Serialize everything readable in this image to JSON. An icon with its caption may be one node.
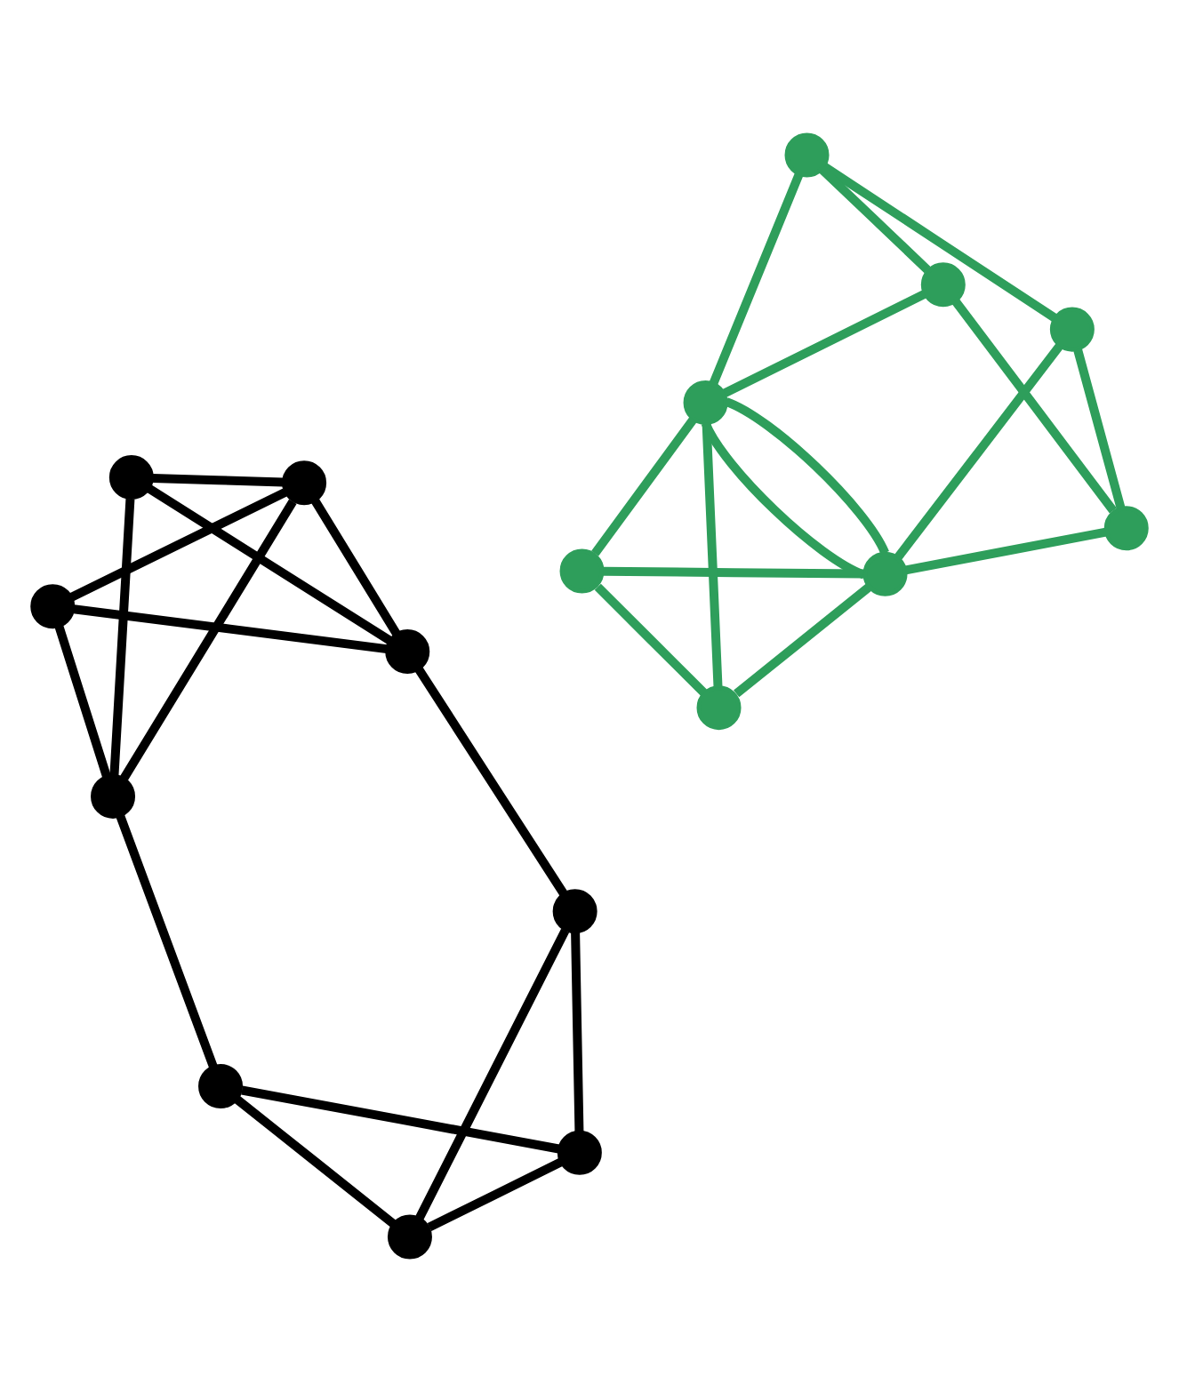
{
  "diagram": {
    "nodes": [
      {
        "text": [],
        "shape": "circle"
      },
      {
        "text": [],
        "shape": "circle"
      },
      {
        "text": [],
        "shape": "circle"
      },
      {
        "text": [],
        "shape": "circle"
      },
      {
        "text": [],
        "shape": "circle"
      },
      {
        "text": [],
        "shape": "circle"
      },
      {
        "text": [],
        "shape": "circle"
      },
      {
        "text": [],
        "shape": "circle"
      },
      {
        "text": [],
        "shape": "circle"
      },
      {
        "text": [],
        "shape": "circle"
      },
      {
        "text": [],
        "shape": "circle"
      },
      {
        "text": [],
        "shape": "circle"
      },
      {
        "text": [],
        "shape": "circle"
      },
      {
        "text": [],
        "shape": "circle"
      },
      {
        "text": [],
        "shape": "circle"
      },
      {
        "text": [],
        "shape": "circle"
      },
      {
        "text": [],
        "shape": "circle"
      }
    ],
    "edges": [
      {
        "from": 1,
        "to": 4,
        "arrow": "none"
      },
      {
        "from": 1,
        "to": 6,
        "arrow": "none"
      },
      {
        "from": 1,
        "to": 5,
        "arrow": "none"
      },
      {
        "from": 4,
        "to": 6,
        "arrow": "none"
      },
      {
        "from": 4,
        "to": 5,
        "arrow": "none"
      },
      {
        "from": 4,
        "to": 10,
        "arrow": "none"
      },
      {
        "from": 6,
        "to": 10,
        "arrow": "none"
      },
      {
        "from": 5,
        "to": 10,
        "arrow": "none"
      },
      {
        "from": 6,
        "to": 11,
        "arrow": "none"
      },
      {
        "from": 5,
        "to": 9,
        "arrow": "none"
      },
      {
        "from": 11,
        "to": 13,
        "arrow": "none"
      },
      {
        "from": 9,
        "to": 13,
        "arrow": "none"
      },
      {
        "from": 13,
        "to": 16,
        "arrow": "none"
      },
      {
        "from": 11,
        "to": 16,
        "arrow": "none"
      },
      {
        "from": 9,
        "to": 16,
        "arrow": "none"
      },
      {
        "from": 0,
        "to": 2,
        "arrow": "none",
        "color": "#2e9e5b"
      },
      {
        "from": 0,
        "to": 3,
        "arrow": "none",
        "color": "#2e9e5b"
      },
      {
        "from": 2,
        "to": 3,
        "arrow": "none",
        "color": "#2e9e5b"
      },
      {
        "from": 2,
        "to": 7,
        "arrow": "none",
        "color": "#2e9e5b"
      },
      {
        "from": 3,
        "to": 8,
        "arrow": "none",
        "color": "#2e9e5b"
      },
      {
        "from": 7,
        "to": 8,
        "arrow": "none",
        "color": "#2e9e5b"
      },
      {
        "from": 7,
        "to": 12,
        "arrow": "none",
        "color": "#2e9e5b"
      },
      {
        "from": 8,
        "to": 12,
        "arrow": "none",
        "color": "#2e9e5b"
      },
      {
        "from": 12,
        "to": 15,
        "arrow": "none",
        "color": "#2e9e5b"
      },
      {
        "from": 12,
        "to": 14,
        "arrow": "none",
        "color": "#2e9e5b"
      },
      {
        "from": 15,
        "to": 14,
        "arrow": "none",
        "color": "#2e9e5b"
      },
      {
        "from": 0,
        "to": 15,
        "arrow": "none",
        "color": "#2e9e5b"
      },
      {
        "from": 0,
        "to": 14,
        "arrow": "none",
        "color": "#2e9e5b"
      },
      {
        "from": 0,
        "to": 12,
        "arrow": "none",
        "color": "#2e9e5b"
      },
      {
        "from": 0,
        "to": 12,
        "arrow": "none",
        "color": "#2e9e5b"
      }
    ]
  }
}
